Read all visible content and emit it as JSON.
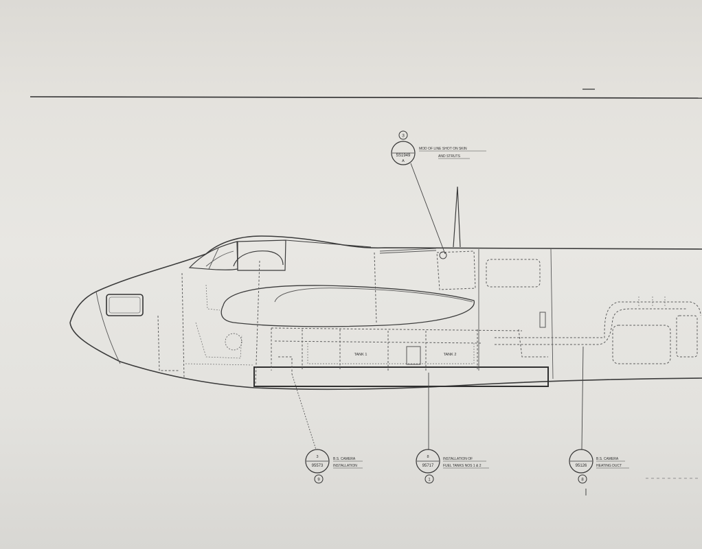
{
  "callouts": [
    {
      "id": "top",
      "top": "3",
      "number": "5S1949",
      "bottom": "A",
      "note_line1": "MOD OF LINE SHOT ON SKIN",
      "note_line2": "AND STRUTS"
    },
    {
      "id": "c1",
      "top": "3",
      "number": "95573",
      "bottom": "9",
      "note_line1": "B.S. CAMERA",
      "note_line2": "INSTALLATION"
    },
    {
      "id": "c2",
      "top": "8",
      "number": "95717",
      "bottom": "1",
      "note_line1": "INSTALLATION OF",
      "note_line2": "FUEL TANKS NOS 1 & 2"
    },
    {
      "id": "c3",
      "top": "",
      "number": "95126",
      "bottom": "8",
      "note_line1": "B.S. CAMERA",
      "note_line2": "HEATING DUCT"
    }
  ],
  "tank_labels": [
    "TANK 1",
    "TANK 2"
  ]
}
